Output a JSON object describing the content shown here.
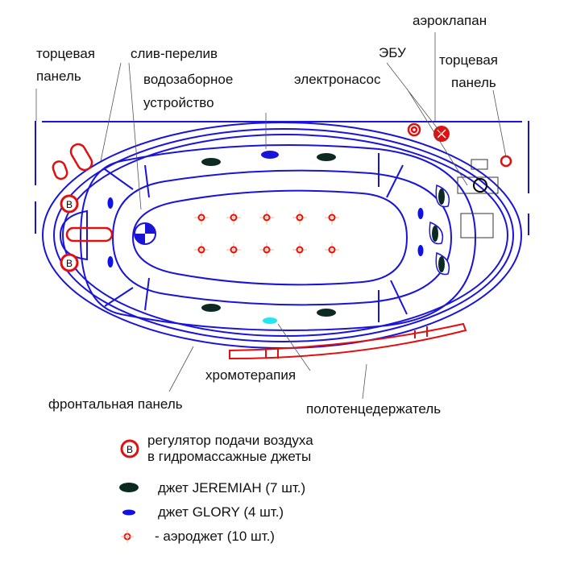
{
  "labels": {
    "end_panel_left_1": "торцевая",
    "end_panel_left_2": "панель",
    "drain_overflow": "слив-перелив",
    "water_intake_1": "водозаборное",
    "water_intake_2": "устройство",
    "air_valve": "аэроклапан",
    "ecu": "ЭБУ",
    "end_panel_right_1": "торцевая",
    "end_panel_right_2": "панель",
    "pump": "электронасос",
    "chromotherapy": "хромотерапия",
    "front_panel": "фронтальная панель",
    "towel_holder": "полотенцедержатель"
  },
  "legend": {
    "regulator_symbol": "В",
    "regulator_1": "регулятор подачи воздуха",
    "regulator_2": "в гидромассажные джеты",
    "jeremiah": "джет JEREMIAH (7 шт.)",
    "glory": "джет GLORY  (4 шт.)",
    "aerojet": "- аэроджет (10 шт.)"
  },
  "colors": {
    "outline": "#1a14d8",
    "red": "#e01010",
    "jeremiah": "#0d2a22",
    "glory": "#1010e8",
    "chromo": "#22e6f0"
  }
}
